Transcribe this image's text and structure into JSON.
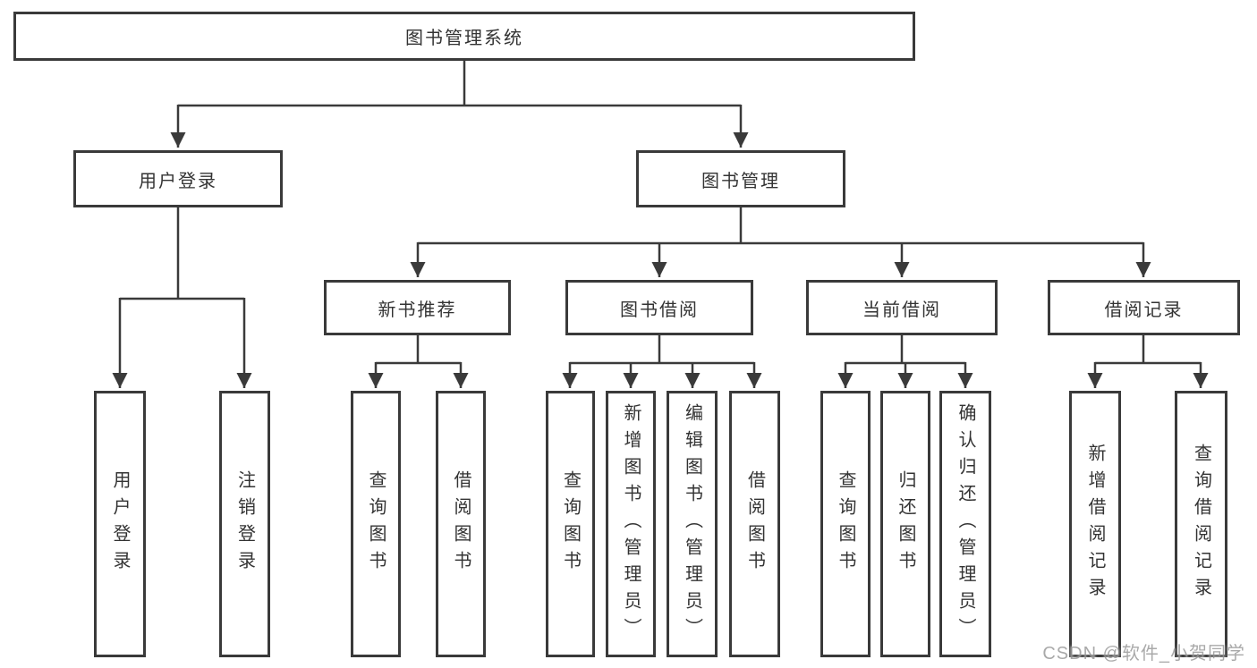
{
  "colors": {
    "line": "#3a3a3a",
    "text": "#333333",
    "watermark": "#9b9b9b"
  },
  "watermark": {
    "text": "CSDN @软件_小贺同学"
  },
  "nodes": {
    "root": "图书管理系统",
    "level2": [
      "用户登录",
      "图书管理"
    ],
    "level3": [
      "新书推荐",
      "图书借阅",
      "当前借阅",
      "借阅记录"
    ],
    "leaves": {
      "user": [
        "用户登录",
        "注销登录"
      ],
      "recommend": [
        "查询图书",
        "借阅图书"
      ],
      "borrow": [
        "查询图书",
        "新增图书（管理员）",
        "编辑图书（管理员）",
        "借阅图书"
      ],
      "current": [
        "查询图书",
        "归还图书",
        "确认归还（管理员）"
      ],
      "record": [
        "新增借阅记录",
        "查询借阅记录"
      ]
    }
  }
}
